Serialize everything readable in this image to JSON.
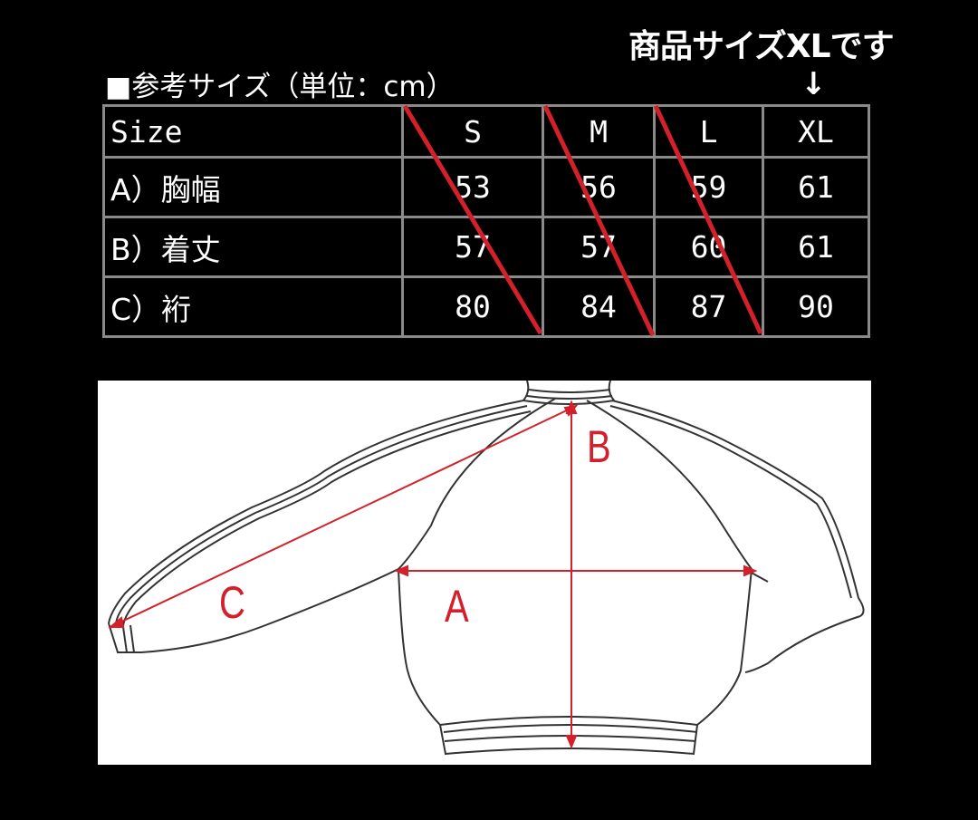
{
  "note": {
    "text": "商品サイズXLです",
    "arrow": "↓"
  },
  "title": "■参考サイズ（単位：cm）",
  "table": {
    "header": [
      "Size",
      "S",
      "M",
      "L",
      "XL"
    ],
    "rows": [
      {
        "label": "A）胸幅",
        "values": [
          "53",
          "56",
          "59",
          "61"
        ]
      },
      {
        "label": "B）着丈",
        "values": [
          "57",
          "57",
          "60",
          "61"
        ]
      },
      {
        "label": "C）裄",
        "values": [
          "80",
          "84",
          "87",
          "90"
        ]
      }
    ],
    "struck_columns": [
      "S",
      "M",
      "L"
    ],
    "highlighted_column": "XL"
  },
  "diagram": {
    "labels": {
      "a": "A",
      "b": "B",
      "c": "C"
    }
  },
  "colors": {
    "background": "#000000",
    "grid": "#8a8a8a",
    "strike": "#d3202a",
    "diagram_bg": "#ffffff",
    "measure": "#d3202a"
  }
}
